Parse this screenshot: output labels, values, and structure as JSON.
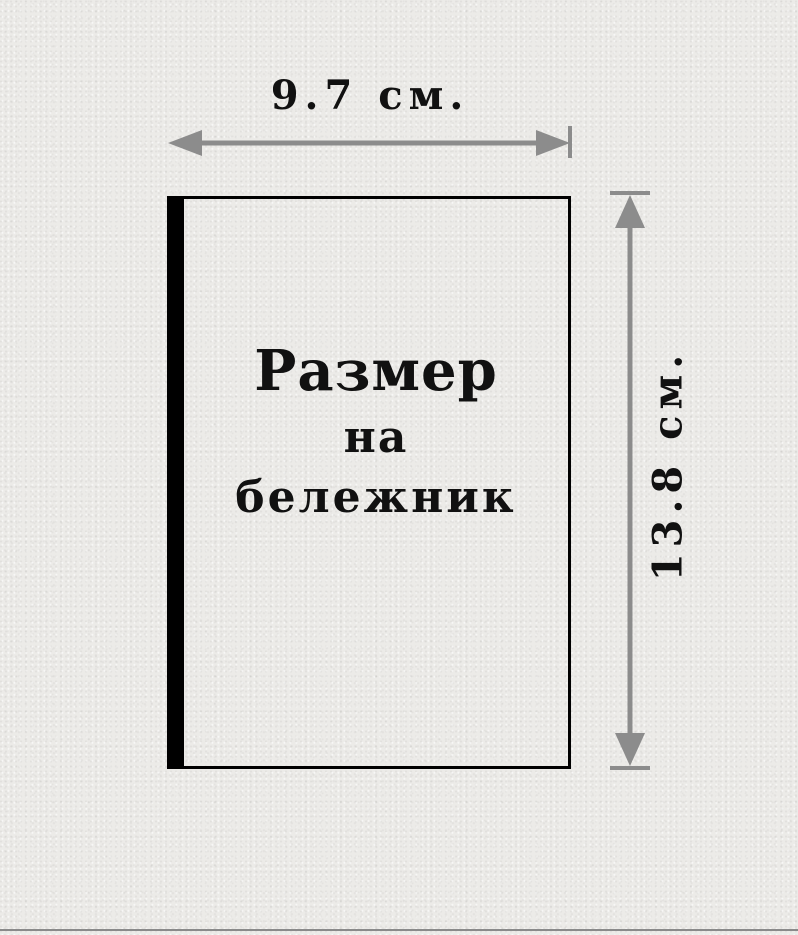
{
  "notebook": {
    "label_line1": "Размер",
    "label_line2": "на",
    "label_line3": "бележник"
  },
  "dimensions": {
    "width_label": "9.7 см.",
    "height_label": "13.8 см."
  },
  "colors": {
    "arrow": "#8c8c8c",
    "outline": "#000000",
    "background": "#ecebe8"
  }
}
